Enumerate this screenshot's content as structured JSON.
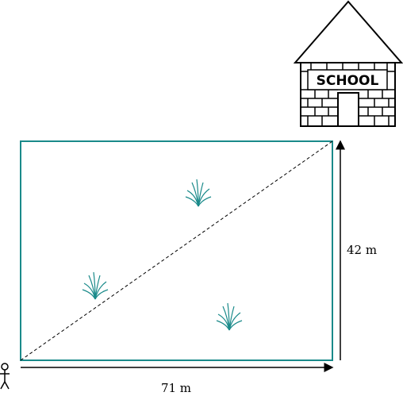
{
  "school": {
    "label": "SCHOOL"
  },
  "field": {
    "width_label": "71 m",
    "height_label": "42 m"
  },
  "colors": {
    "field_border": "#1a8a8a",
    "grass": "#1a8a8a",
    "ink": "#000000"
  },
  "icons": [
    "school-building-icon",
    "person-icon",
    "grass-tuft-icon"
  ]
}
